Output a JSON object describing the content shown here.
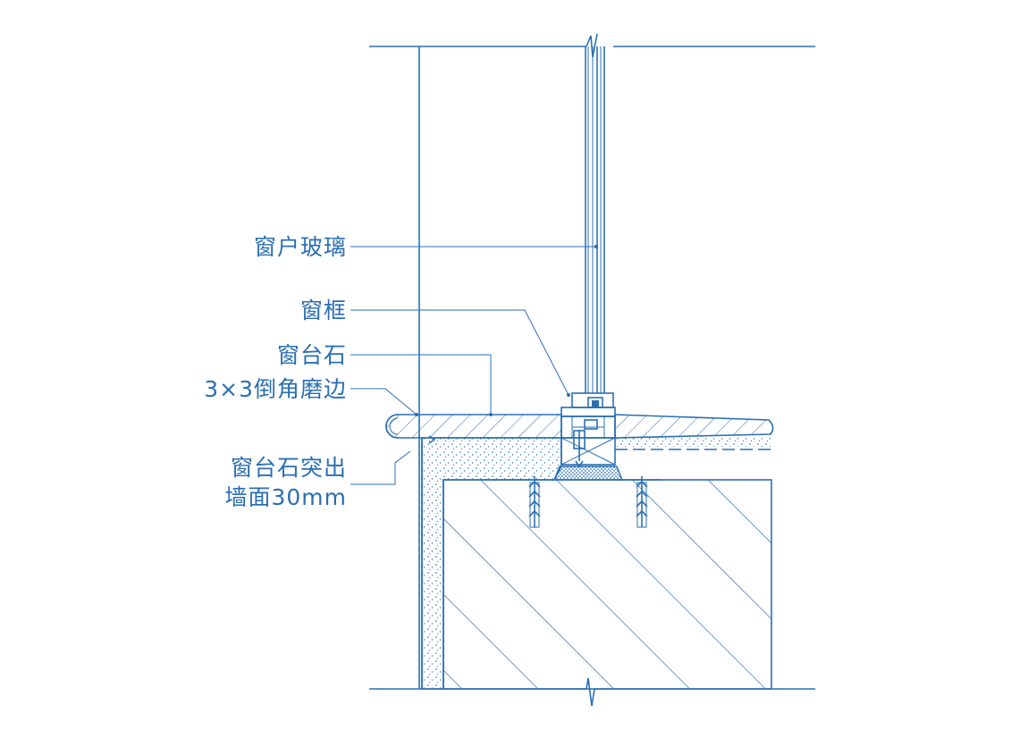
{
  "labels": {
    "glass": "窗户玻璃",
    "frame": "窗框",
    "sill_stone": "窗台石",
    "chamfer": "3×3倒角磨边",
    "projection_line1": "窗台石突出",
    "projection_line2": "墙面30mm"
  },
  "colors": {
    "line": "#2b6fb3",
    "background": "#ffffff"
  }
}
